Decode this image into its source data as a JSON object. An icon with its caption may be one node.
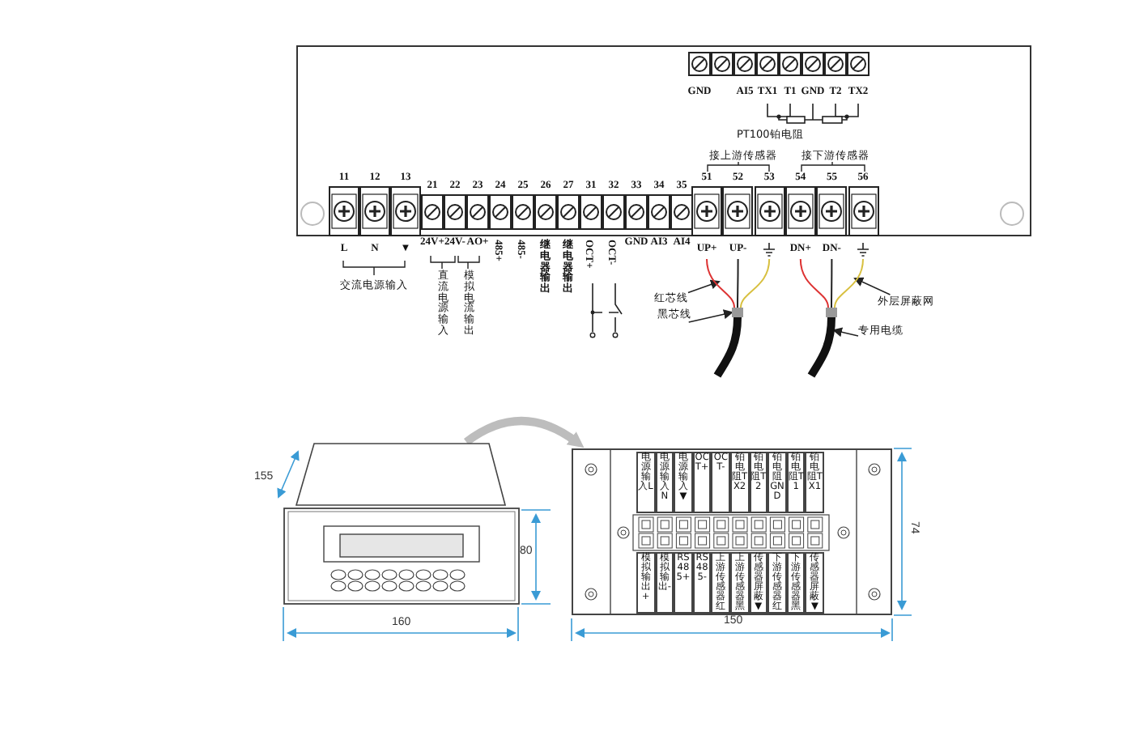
{
  "diagram": {
    "nodes": [
      {
        "text": [
          "GND"
        ]
      },
      {
        "text": [],
        "shape": "box"
      },
      {
        "text": [
          "AI5"
        ]
      },
      {
        "text": [
          "TX1"
        ]
      },
      {
        "text": [
          "T1"
        ]
      },
      {
        "text": [
          "GND"
        ]
      },
      {
        "text": [
          "T2"
        ]
      },
      {
        "text": [
          "TX2"
        ]
      },
      {
        "text": [
          "11",
          "L"
        ]
      },
      {
        "text": [
          "12",
          "N"
        ]
      },
      {
        "text": [
          "13",
          "▼"
        ]
      },
      {
        "text": [
          "21",
          "24V+"
        ]
      },
      {
        "text": [
          "22",
          "24V-"
        ]
      },
      {
        "text": [
          "23",
          "AO+"
        ]
      },
      {
        "text": [
          "24",
          "485+"
        ]
      },
      {
        "text": [
          "25",
          "485-"
        ]
      },
      {
        "text": [
          "26",
          "继电器输出"
        ]
      },
      {
        "text": [
          "27",
          "继电器输出"
        ]
      },
      {
        "text": [
          "31",
          "OCT+"
        ]
      },
      {
        "text": [
          "32",
          "OCT-"
        ]
      },
      {
        "text": [
          "33",
          "GND"
        ]
      },
      {
        "text": [
          "34",
          "AI3"
        ]
      },
      {
        "text": [
          "35",
          "AI4"
        ]
      },
      {
        "text": [
          "51",
          "UP+"
        ]
      },
      {
        "text": [
          "52",
          "UP-"
        ]
      },
      {
        "text": [
          "53"
        ]
      },
      {
        "text": [
          "54",
          "DN+"
        ]
      },
      {
        "text": [
          "55",
          "DN-"
        ]
      },
      {
        "text": [
          "56"
        ]
      },
      {
        "text": [],
        "shape": "picture"
      },
      {
        "text": [],
        "shape": "box"
      },
      {
        "text": [
          "电源输入L"
        ],
        "in": 30
      },
      {
        "text": [
          "电源输入N"
        ],
        "in": 30
      },
      {
        "text": [
          "电源输入▼"
        ],
        "in": 30
      },
      {
        "text": [
          "OCT+"
        ],
        "in": 30
      },
      {
        "text": [
          "OCT-"
        ],
        "in": 30
      },
      {
        "text": [
          "铂电阻TX2"
        ],
        "in": 30
      },
      {
        "text": [
          "铂电阻T2"
        ],
        "in": 30
      },
      {
        "text": [
          "铂电阻GND"
        ],
        "in": 30
      },
      {
        "text": [
          "铂电阻T1"
        ],
        "in": 30
      },
      {
        "text": [
          "铂电阻TX1"
        ],
        "in": 30
      },
      {
        "text": [
          "模拟输出+"
        ],
        "in": 30
      },
      {
        "text": [
          "模拟输出-"
        ],
        "in": 30
      },
      {
        "text": [
          "RS485+"
        ],
        "in": 30
      },
      {
        "text": [
          "RS485-"
        ],
        "in": 30
      },
      {
        "text": [
          "上游传感器红"
        ],
        "in": 30
      },
      {
        "text": [
          "上游传感器黑"
        ],
        "in": 30
      },
      {
        "text": [
          "传感器屏蔽▼"
        ],
        "in": 30
      },
      {
        "text": [
          "下游传感器红"
        ],
        "in": 30
      },
      {
        "text": [
          "下游传感器黑"
        ],
        "in": 30
      },
      {
        "text": [
          "传感器屏蔽▼"
        ],
        "in": 30
      },
      {
        "text": [
          "红芯线"
        ]
      },
      {
        "text": [
          "黑芯线"
        ]
      },
      {
        "text": [
          "外层屏蔽网"
        ]
      },
      {
        "text": [
          "专用电缆"
        ]
      },
      {
        "text": [],
        "shape": "cable"
      },
      {
        "text": [],
        "shape": "cable"
      }
    ],
    "edges": [
      {
        "from": 29,
        "to": 30,
        "arrow": "to",
        "style": "thick",
        "color": "#bdbdbd"
      },
      {
        "from": 51,
        "to": null,
        "arrow": "to"
      },
      {
        "from": 52,
        "to": 55,
        "arrow": "to"
      },
      {
        "from": 53,
        "to": null,
        "arrow": "to"
      },
      {
        "from": 54,
        "to": 56,
        "arrow": "to"
      },
      {
        "from": 23,
        "to": 55,
        "arrow": "none",
        "color": "#dd3333"
      },
      {
        "from": 24,
        "to": 55,
        "arrow": "none"
      },
      {
        "from": 25,
        "to": 55,
        "arrow": "none",
        "color": "#d8c040"
      },
      {
        "from": 26,
        "to": 56,
        "arrow": "none",
        "color": "#dd3333"
      },
      {
        "from": 27,
        "to": 56,
        "arrow": "none"
      },
      {
        "from": 28,
        "to": 56,
        "arrow": "none",
        "color": "#d8c040"
      }
    ],
    "labels": [
      "PT100铂电阻",
      "交流电源输入",
      "直流电源输入",
      "模拟电流输出",
      "接上游传感器",
      "接下游传感器",
      "155",
      "80",
      "160",
      "150",
      "74"
    ]
  }
}
